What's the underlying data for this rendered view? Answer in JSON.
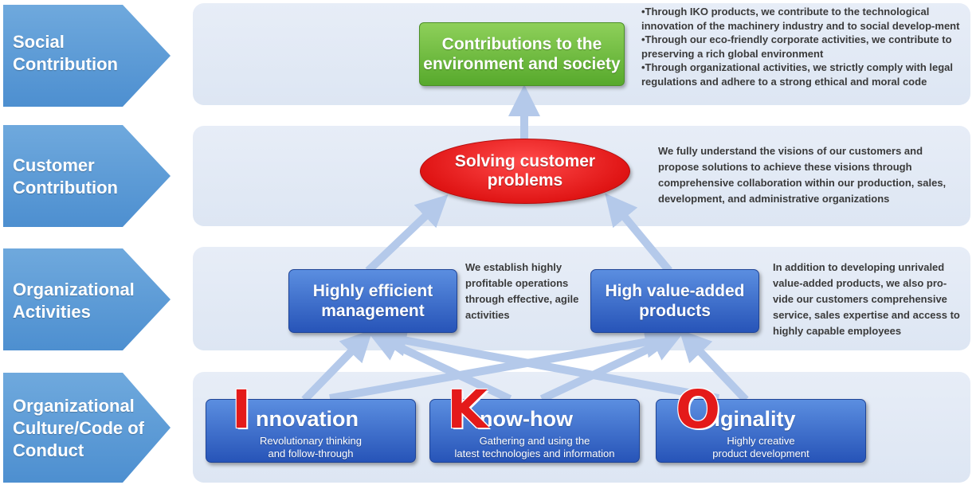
{
  "levels": [
    {
      "label": "Social\nContribution"
    },
    {
      "label": "Customer\nContribution"
    },
    {
      "label": "Organizational\nActivities"
    },
    {
      "label": "Organizational\nCulture/Code of\nConduct"
    }
  ],
  "social": {
    "title": "Contributions to the\nenvironment and society",
    "bullets": [
      "•Through IKO products, we contribute to the technological innovation of the machinery industry and to social develop-ment",
      "•Through our eco-friendly corporate activities, we contribute to preserving a rich global environment",
      "•Through organizational activities, we strictly comply with legal regulations and adhere to a strong ethical and moral code"
    ]
  },
  "customer": {
    "title": "Solving customer\nproblems",
    "description": "We fully understand the visions of our customers and propose solutions to achieve these visions through comprehensive collaboration within our production, sales, development, and administrative organizations"
  },
  "organizational": {
    "management": {
      "title": "Highly efficient\nmanagement",
      "description": "We establish highly profitable operations through effective, agile activities"
    },
    "products": {
      "title": "High value-added\nproducts",
      "description": "In addition to developing unrivaled value-added products, we also pro-vide our customers comprehensive service, sales expertise and access to highly capable employees"
    }
  },
  "culture": [
    {
      "letter": "I",
      "rest": "nnovation",
      "subtitle": "Revolutionary thinking\nand follow-through"
    },
    {
      "letter": "K",
      "rest": "now-how",
      "subtitle": "Gathering and using the\nlatest technologies and information"
    },
    {
      "letter": "O",
      "rest": "riginality",
      "subtitle": "Highly creative\nproduct development"
    }
  ],
  "colors": {
    "chevron": "#5b9bd5",
    "band": "#e3eaf5",
    "green": "#6cbb3c",
    "red": "#e51c1c",
    "blue": "#2f5fc4",
    "arrow": "#b4c9ea",
    "letter": "#e41a1a"
  }
}
